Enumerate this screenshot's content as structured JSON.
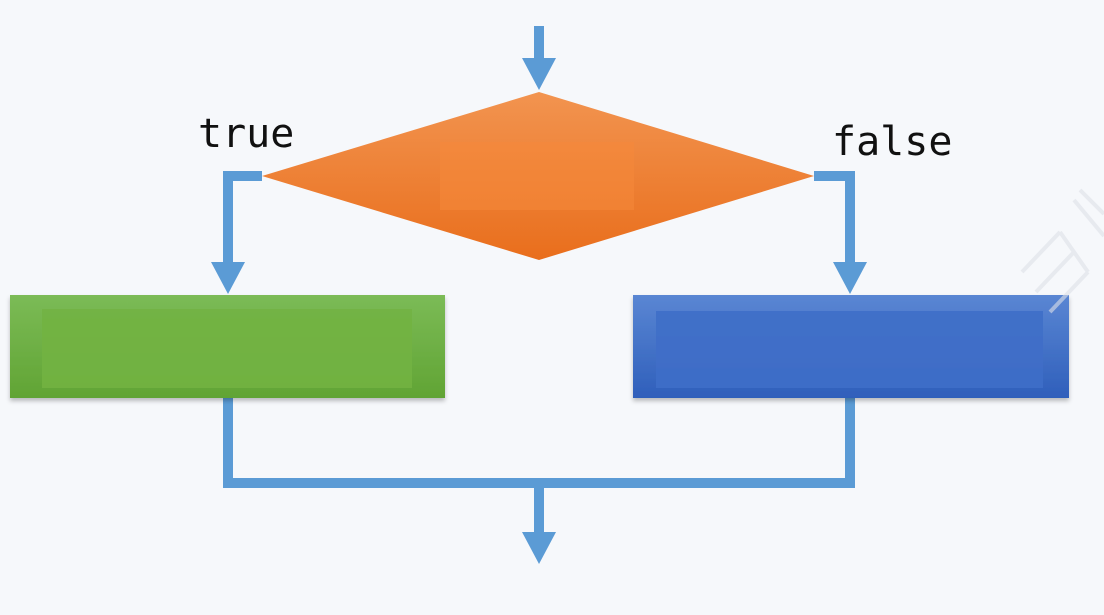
{
  "diagram": {
    "type": "if-else-flowchart",
    "decision": {
      "shape": "diamond",
      "fill": "#f07c2a",
      "text": ""
    },
    "branches": {
      "true": {
        "label": "true",
        "box_fill": "#6db140",
        "text": ""
      },
      "false": {
        "label": "false",
        "box_fill": "#3e6dc6",
        "text": ""
      }
    },
    "connector_color": "#5b9bd5",
    "watermark_color": "#d8dce2"
  }
}
